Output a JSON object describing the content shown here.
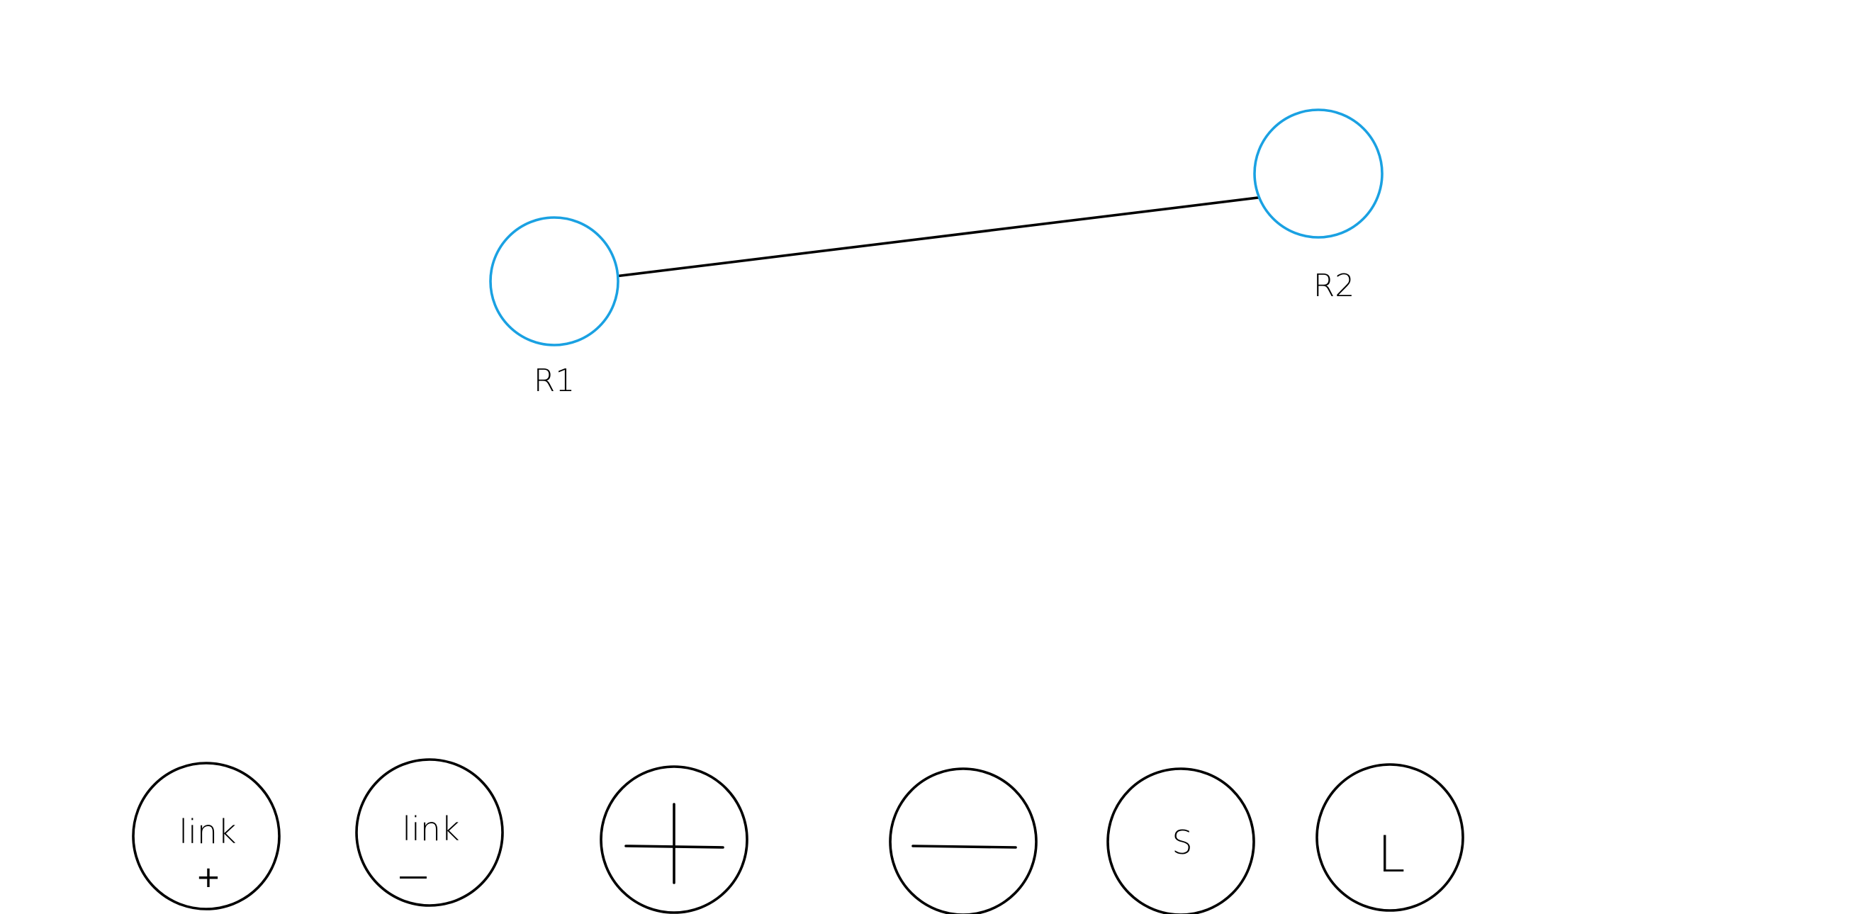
{
  "topology": {
    "routers": [
      {
        "id": "r1",
        "label": "R1"
      },
      {
        "id": "r2",
        "label": "R2"
      }
    ],
    "links": [
      {
        "from": "r1",
        "to": "r2"
      }
    ]
  },
  "toolbar": {
    "add_link": {
      "label": "link",
      "sub": "+"
    },
    "remove_link": {
      "label": "link",
      "sub": "—"
    },
    "add_router_icon": "plus-icon",
    "remove_router_icon": "minus-icon",
    "save": {
      "label": "S"
    },
    "load": {
      "label": "L"
    }
  },
  "colors": {
    "router_ring": "#1aa1e2",
    "link": "#000000",
    "tool_ring": "#000000"
  }
}
